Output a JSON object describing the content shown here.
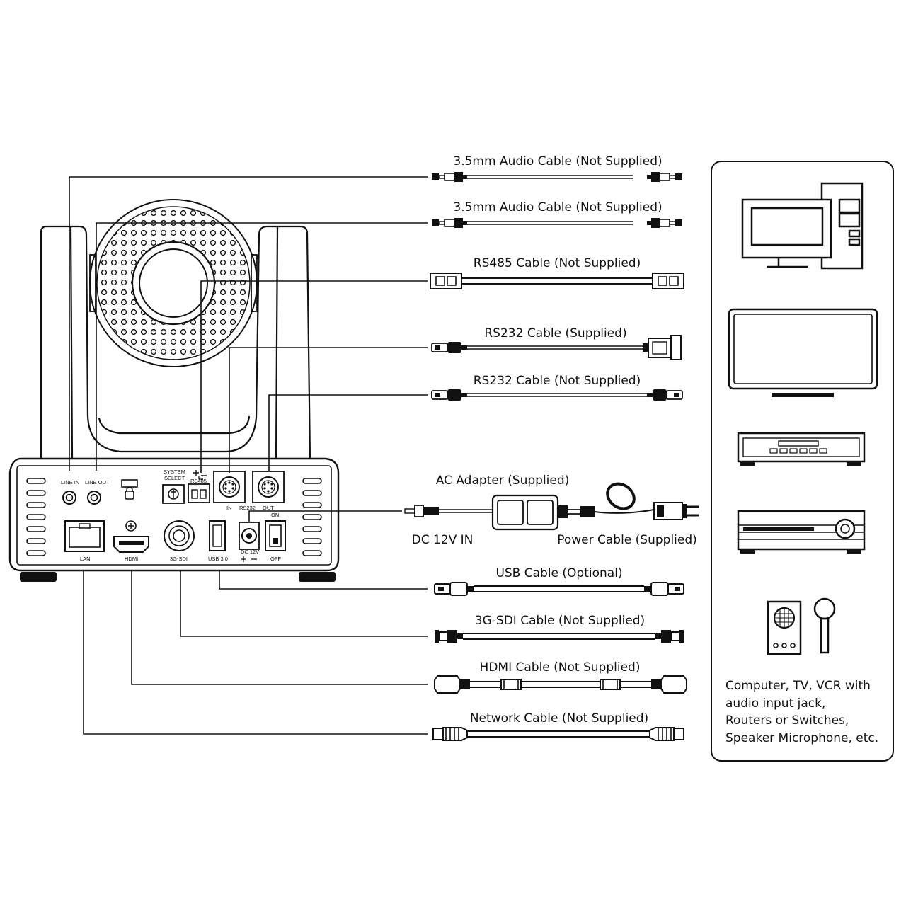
{
  "cables": {
    "audio_in": "3.5mm Audio Cable (Not Supplied)",
    "audio_out": "3.5mm Audio Cable (Not Supplied)",
    "rs485": "RS485 Cable (Not Supplied)",
    "rs232_supplied": "RS232 Cable (Supplied)",
    "rs232_not_supplied": "RS232 Cable (Not Supplied)",
    "ac_adapter": "AC Adapter (Supplied)",
    "dc_in": "DC 12V IN",
    "power_cable": "Power Cable (Supplied)",
    "usb": "USB Cable (Optional)",
    "sdi": "3G-SDI Cable (Not Supplied)",
    "hdmi": "HDMI Cable (Not Supplied)",
    "network": "Network Cable (Not Supplied)"
  },
  "panel_labels": {
    "line_in": "LINE IN",
    "line_out": "LINE OUT",
    "system_select_1": "SYSTEM",
    "system_select_2": "SELECT",
    "rs485": "RS485",
    "in": "IN",
    "rs232": "RS232",
    "out": "OUT",
    "on": "ON",
    "off": "OFF",
    "lan": "LAN",
    "hdmi": "HDMI",
    "sdi": "3G-SDI",
    "usb": "USB 3.0",
    "dc": "DC 12V"
  },
  "devices_note": [
    "Computer, TV, VCR with",
    "audio input jack,",
    "Routers or Switches,",
    "Speaker Microphone, etc."
  ],
  "icons": [
    "computer-icon",
    "tv-icon",
    "vcr-icon",
    "av-receiver-icon",
    "speaker-icon",
    "microphone-icon",
    "lock-icon",
    "hdmi-icon"
  ]
}
